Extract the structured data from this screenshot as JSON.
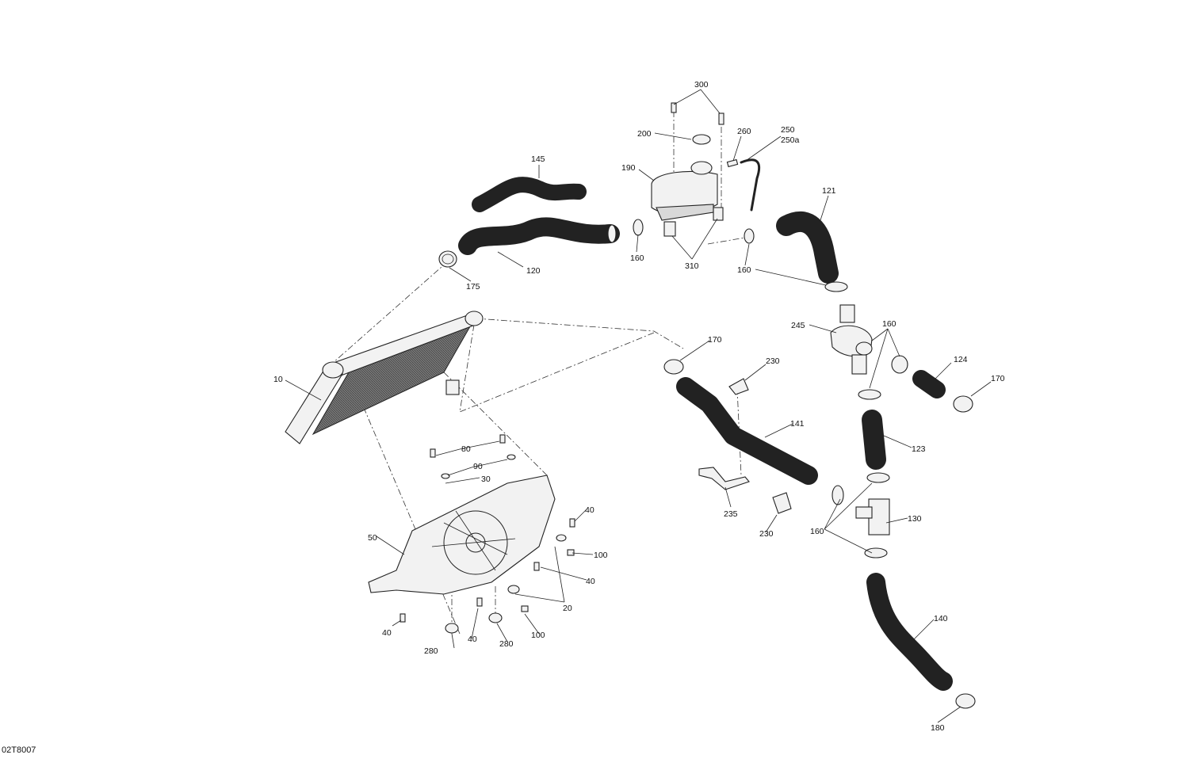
{
  "diagram": {
    "reference_code": "02T8007",
    "callouts": [
      "300",
      "200",
      "260",
      "250",
      "250a",
      "190",
      "145",
      "121",
      "160",
      "310",
      "120",
      "175",
      "245",
      "170",
      "230",
      "124",
      "10",
      "141",
      "123",
      "80",
      "90",
      "30",
      "235",
      "130",
      "40",
      "50",
      "100",
      "20",
      "280",
      "140",
      "180"
    ]
  }
}
